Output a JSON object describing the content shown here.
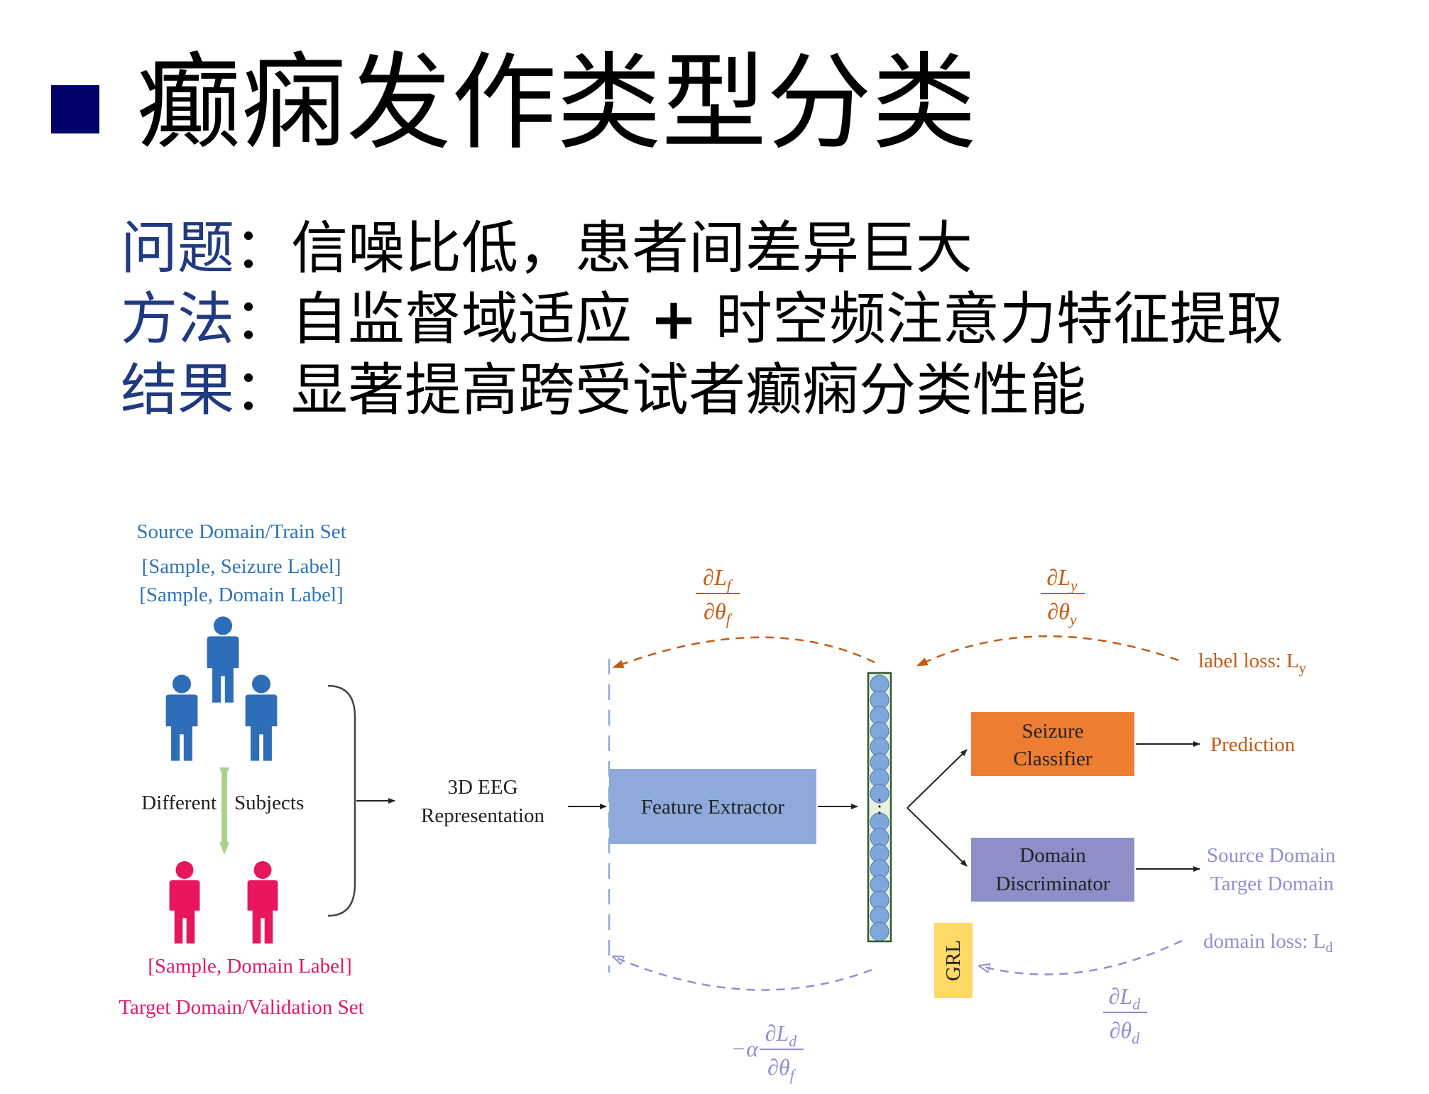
{
  "title": {
    "text": "癫痫发作类型分类",
    "bullet_color": "#00006b"
  },
  "points": [
    {
      "key": "问题",
      "colon": "：",
      "value": "信噪比低，患者间差异巨大"
    },
    {
      "key": "方法",
      "colon": "：",
      "value_a": "自监督域适应",
      "plus": "+",
      "value_b": "时空频注意力特征提取"
    },
    {
      "key": "结果",
      "colon": "：",
      "value": "显著提高跨受试者癫痫分类性能"
    }
  ],
  "diagram": {
    "source_title": "Source Domain/Train Set",
    "source_line1": "[Sample, Seizure Label]",
    "source_line2": "[Sample, Domain Label]",
    "different": "Different",
    "subjects": "Subjects",
    "target_line": "[Sample, Domain Label]",
    "target_title": "Target Domain/Validation Set",
    "eeg_line1": "3D EEG",
    "eeg_line2": "Representation",
    "feature_extractor": "Feature Extractor",
    "seizure_line1": "Seizure",
    "seizure_line2": "Classifier",
    "domain_line1": "Domain",
    "domain_line2": "Discriminator",
    "grl": "GRL",
    "prediction": "Prediction",
    "source_domain": "Source Domain",
    "target_domain": "Target Domain",
    "label_loss": "label loss: L",
    "label_loss_sub": "y",
    "domain_loss": "domain loss: L",
    "domain_loss_sub": "d",
    "grad_f_L": "L",
    "grad_f_sub": "f",
    "grad_y_L": "L",
    "grad_y_sub": "y",
    "grad_d_L": "L",
    "grad_d_sub": "d",
    "neg_alpha": "−α",
    "partial": "∂",
    "theta": "θ",
    "colors": {
      "source_text": "#2e75b6",
      "person_blue": "#2e6db8",
      "person_pink": "#e8175d",
      "target_text": "#e0186c",
      "feature_box": "#8eaadb",
      "seizure_box": "#ed7d31",
      "domain_box": "#8e8fc8",
      "grl_box": "#ffd966",
      "orange_arrow": "#c55a11",
      "purple_arrow": "#8f8fd4",
      "green_arrow": "#a9d18e",
      "node_fill": "#7fa7d9"
    }
  }
}
